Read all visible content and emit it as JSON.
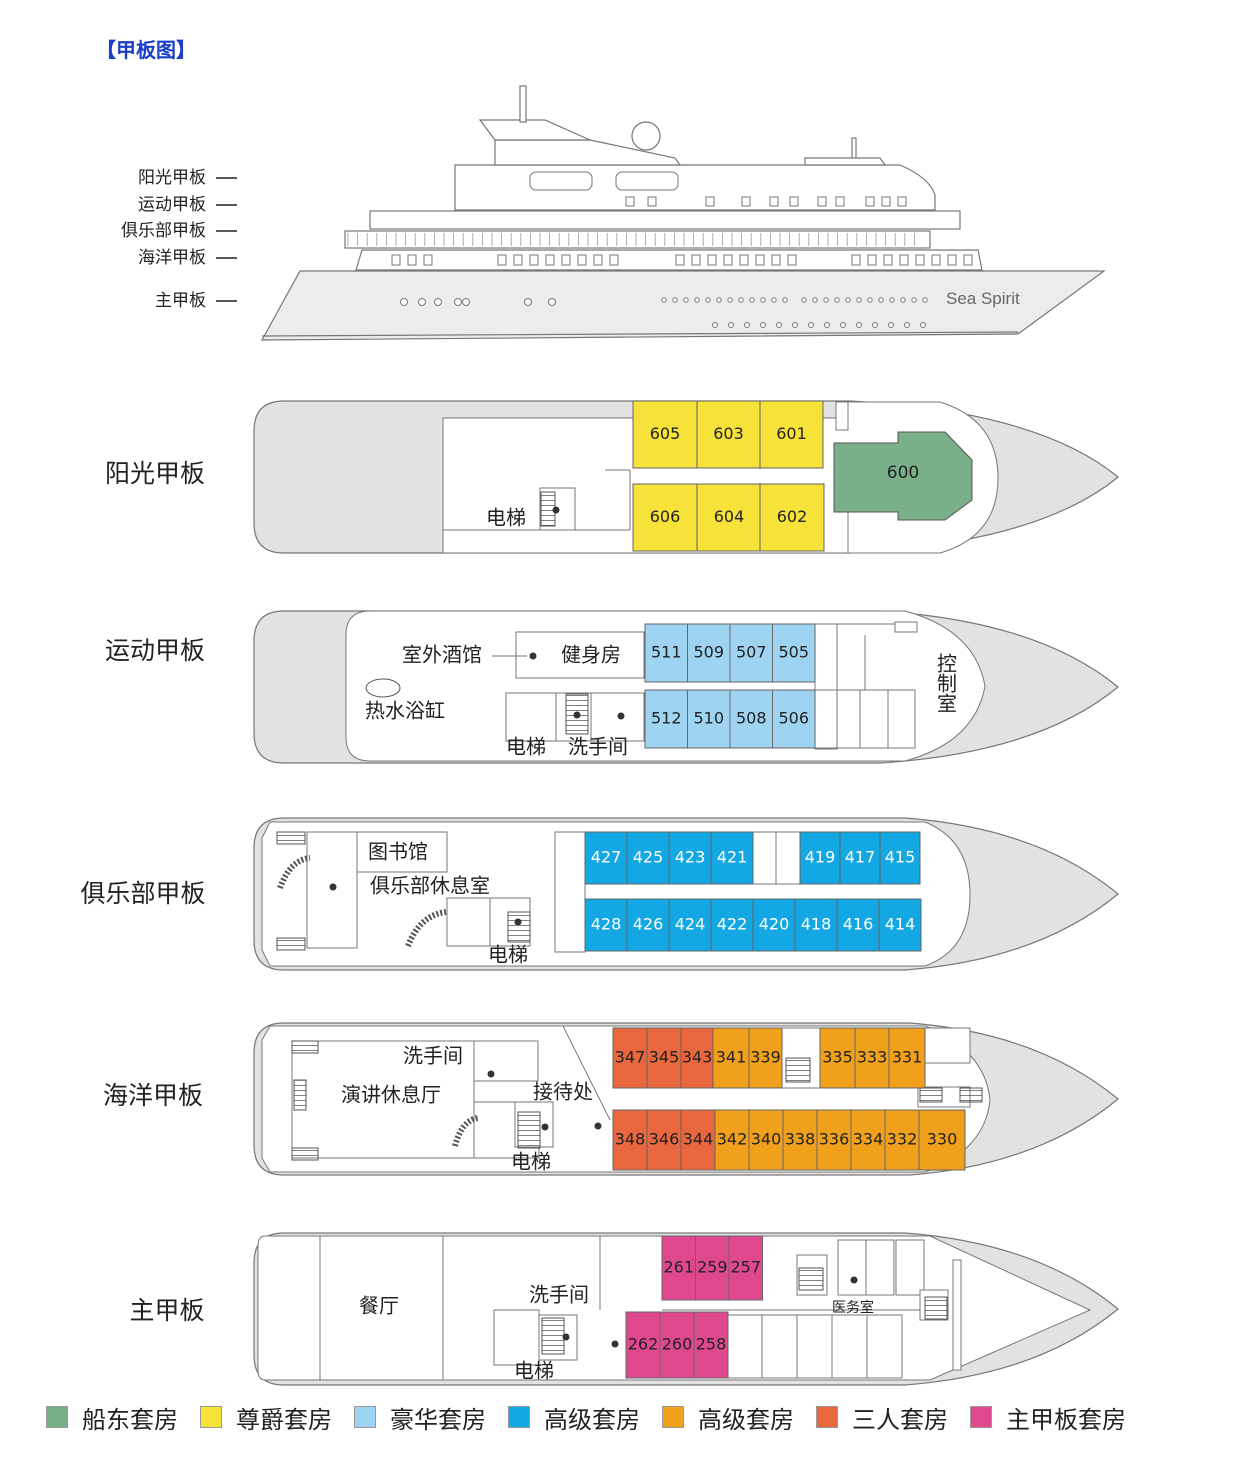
{
  "page_title": "【甲板图】",
  "colors": {
    "owner": "#79b08a",
    "grand": "#f7e23a",
    "deluxe": "#9fd3f2",
    "superior_blue": "#13a7e3",
    "superior_orange": "#f0a01a",
    "triple": "#e8673f",
    "main": "#e0488e",
    "hull": "#e3e3e3",
    "line": "#666666"
  },
  "profile": {
    "deck_labels": [
      "阳光甲板",
      "运动甲板",
      "俱乐部甲板",
      "海洋甲板",
      "主甲板"
    ],
    "ship_name": "Sea Spirit"
  },
  "decks": [
    {
      "name": "阳光甲板",
      "facilities": [
        "电梯"
      ],
      "rooms": [
        {
          "no": "605",
          "type": "grand"
        },
        {
          "no": "603",
          "type": "grand"
        },
        {
          "no": "601",
          "type": "grand"
        },
        {
          "no": "606",
          "type": "grand"
        },
        {
          "no": "604",
          "type": "grand"
        },
        {
          "no": "602",
          "type": "grand"
        },
        {
          "no": "600",
          "type": "owner"
        }
      ]
    },
    {
      "name": "运动甲板",
      "facilities": [
        "室外酒馆",
        "健身房",
        "热水浴缸",
        "电梯",
        "洗手间",
        "控制室"
      ],
      "rooms": [
        {
          "no": "511",
          "type": "deluxe"
        },
        {
          "no": "509",
          "type": "deluxe"
        },
        {
          "no": "507",
          "type": "deluxe"
        },
        {
          "no": "505",
          "type": "deluxe"
        },
        {
          "no": "512",
          "type": "deluxe"
        },
        {
          "no": "510",
          "type": "deluxe"
        },
        {
          "no": "508",
          "type": "deluxe"
        },
        {
          "no": "506",
          "type": "deluxe"
        }
      ]
    },
    {
      "name": "俱乐部甲板",
      "facilities": [
        "图书馆",
        "俱乐部休息室",
        "电梯"
      ],
      "rooms": [
        {
          "no": "427",
          "type": "superior_blue"
        },
        {
          "no": "425",
          "type": "superior_blue"
        },
        {
          "no": "423",
          "type": "superior_blue"
        },
        {
          "no": "421",
          "type": "superior_blue"
        },
        {
          "no": "419",
          "type": "superior_blue"
        },
        {
          "no": "417",
          "type": "superior_blue"
        },
        {
          "no": "415",
          "type": "superior_blue"
        },
        {
          "no": "428",
          "type": "superior_blue"
        },
        {
          "no": "426",
          "type": "superior_blue"
        },
        {
          "no": "424",
          "type": "superior_blue"
        },
        {
          "no": "422",
          "type": "superior_blue"
        },
        {
          "no": "420",
          "type": "superior_blue"
        },
        {
          "no": "418",
          "type": "superior_blue"
        },
        {
          "no": "416",
          "type": "superior_blue"
        },
        {
          "no": "414",
          "type": "superior_blue"
        }
      ]
    },
    {
      "name": "海洋甲板",
      "facilities": [
        "洗手间",
        "演讲休息厅",
        "接待处",
        "电梯"
      ],
      "rooms": [
        {
          "no": "347",
          "type": "triple"
        },
        {
          "no": "345",
          "type": "triple"
        },
        {
          "no": "343",
          "type": "triple"
        },
        {
          "no": "341",
          "type": "superior_orange"
        },
        {
          "no": "339",
          "type": "superior_orange"
        },
        {
          "no": "335",
          "type": "superior_orange"
        },
        {
          "no": "333",
          "type": "superior_orange"
        },
        {
          "no": "331",
          "type": "superior_orange"
        },
        {
          "no": "348",
          "type": "triple"
        },
        {
          "no": "346",
          "type": "triple"
        },
        {
          "no": "344",
          "type": "triple"
        },
        {
          "no": "342",
          "type": "superior_orange"
        },
        {
          "no": "340",
          "type": "superior_orange"
        },
        {
          "no": "338",
          "type": "superior_orange"
        },
        {
          "no": "336",
          "type": "superior_orange"
        },
        {
          "no": "334",
          "type": "superior_orange"
        },
        {
          "no": "332",
          "type": "superior_orange"
        },
        {
          "no": "330",
          "type": "superior_orange"
        }
      ]
    },
    {
      "name": "主甲板",
      "facilities": [
        "餐厅",
        "洗手间",
        "电梯",
        "医务室"
      ],
      "rooms": [
        {
          "no": "261",
          "type": "main"
        },
        {
          "no": "259",
          "type": "main"
        },
        {
          "no": "257",
          "type": "main"
        },
        {
          "no": "262",
          "type": "main"
        },
        {
          "no": "260",
          "type": "main"
        },
        {
          "no": "258",
          "type": "main"
        }
      ]
    }
  ],
  "legend": [
    {
      "label": "船东套房",
      "color": "#79b08a"
    },
    {
      "label": "尊爵套房",
      "color": "#f7e23a"
    },
    {
      "label": "豪华套房",
      "color": "#9fd3f2"
    },
    {
      "label": "高级套房",
      "color": "#13a7e3"
    },
    {
      "label": "高级套房",
      "color": "#f0a01a"
    },
    {
      "label": "三人套房",
      "color": "#e8673f"
    },
    {
      "label": "主甲板套房",
      "color": "#e0488e"
    }
  ]
}
